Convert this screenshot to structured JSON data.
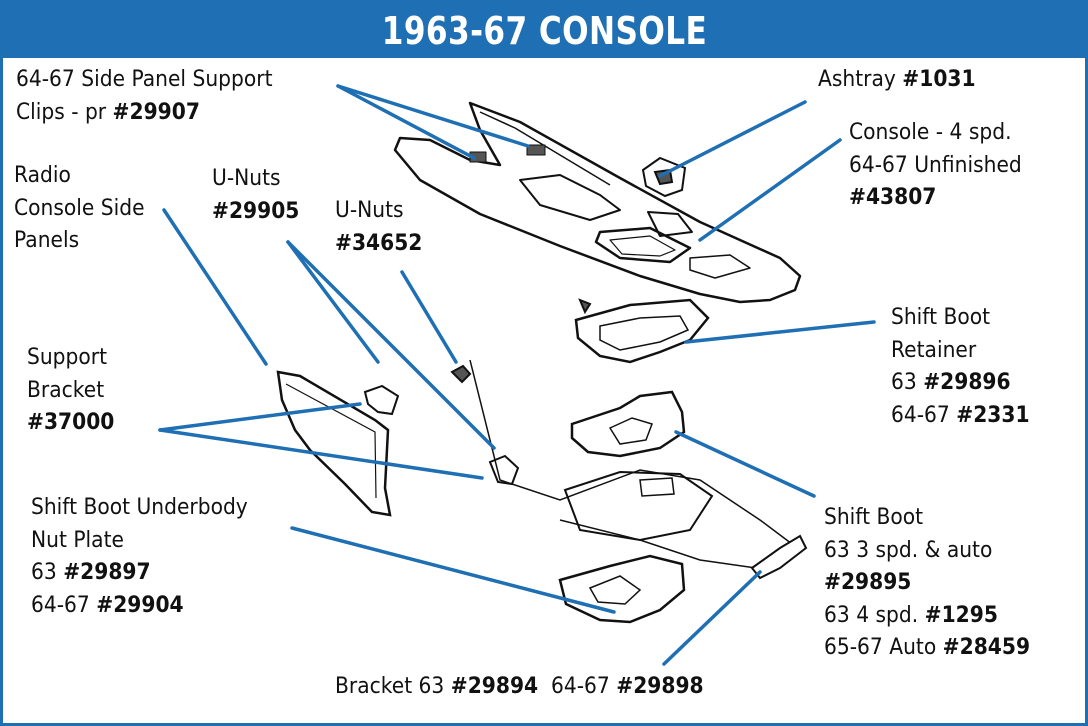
{
  "title": "1963-67 CONSOLE",
  "colors": {
    "accent": "#1f6fb4",
    "leader": "#1f6fb4",
    "text": "#111111"
  },
  "callouts": {
    "side_panel_clips": {
      "line1": "64-67 Side Panel Support",
      "line2_text": "Clips - pr ",
      "line2_part": "#29907"
    },
    "ashtray": {
      "text": "Ashtray ",
      "part": "#1031"
    },
    "console": {
      "line1": "Console - 4 spd.",
      "line2": "64-67 Unfinished",
      "part": "#43807"
    },
    "radio_panels": {
      "line1": "Radio",
      "line2": "Console Side",
      "line3": "Panels"
    },
    "unuts_a": {
      "line1": "U-Nuts",
      "part": "#29905"
    },
    "unuts_b": {
      "line1": "U-Nuts",
      "part": "#34652"
    },
    "support_bracket": {
      "line1": "Support",
      "line2": "Bracket",
      "part": "#37000"
    },
    "boot_retainer": {
      "line1": "Shift Boot",
      "line2": "Retainer",
      "l3_text": "63 ",
      "l3_part": "#29896",
      "l4_text": "64-67 ",
      "l4_part": "#2331"
    },
    "nut_plate": {
      "line1": "Shift Boot Underbody",
      "line2": "Nut Plate",
      "l3_text": "63 ",
      "l3_part": "#29897",
      "l4_text": "64-67 ",
      "l4_part": "#29904"
    },
    "shift_boot": {
      "line1": "Shift Boot",
      "l2": "63 3 spd. & auto",
      "l3_part": "#29895",
      "l4_text": "63 4 spd. ",
      "l4_part": "#1295",
      "l5_text": "65-67 Auto ",
      "l5_part": "#28459"
    },
    "bracket": {
      "t1": "Bracket 63 ",
      "p1": "#29894",
      "t2": "  64-67 ",
      "p2": "#29898"
    }
  }
}
